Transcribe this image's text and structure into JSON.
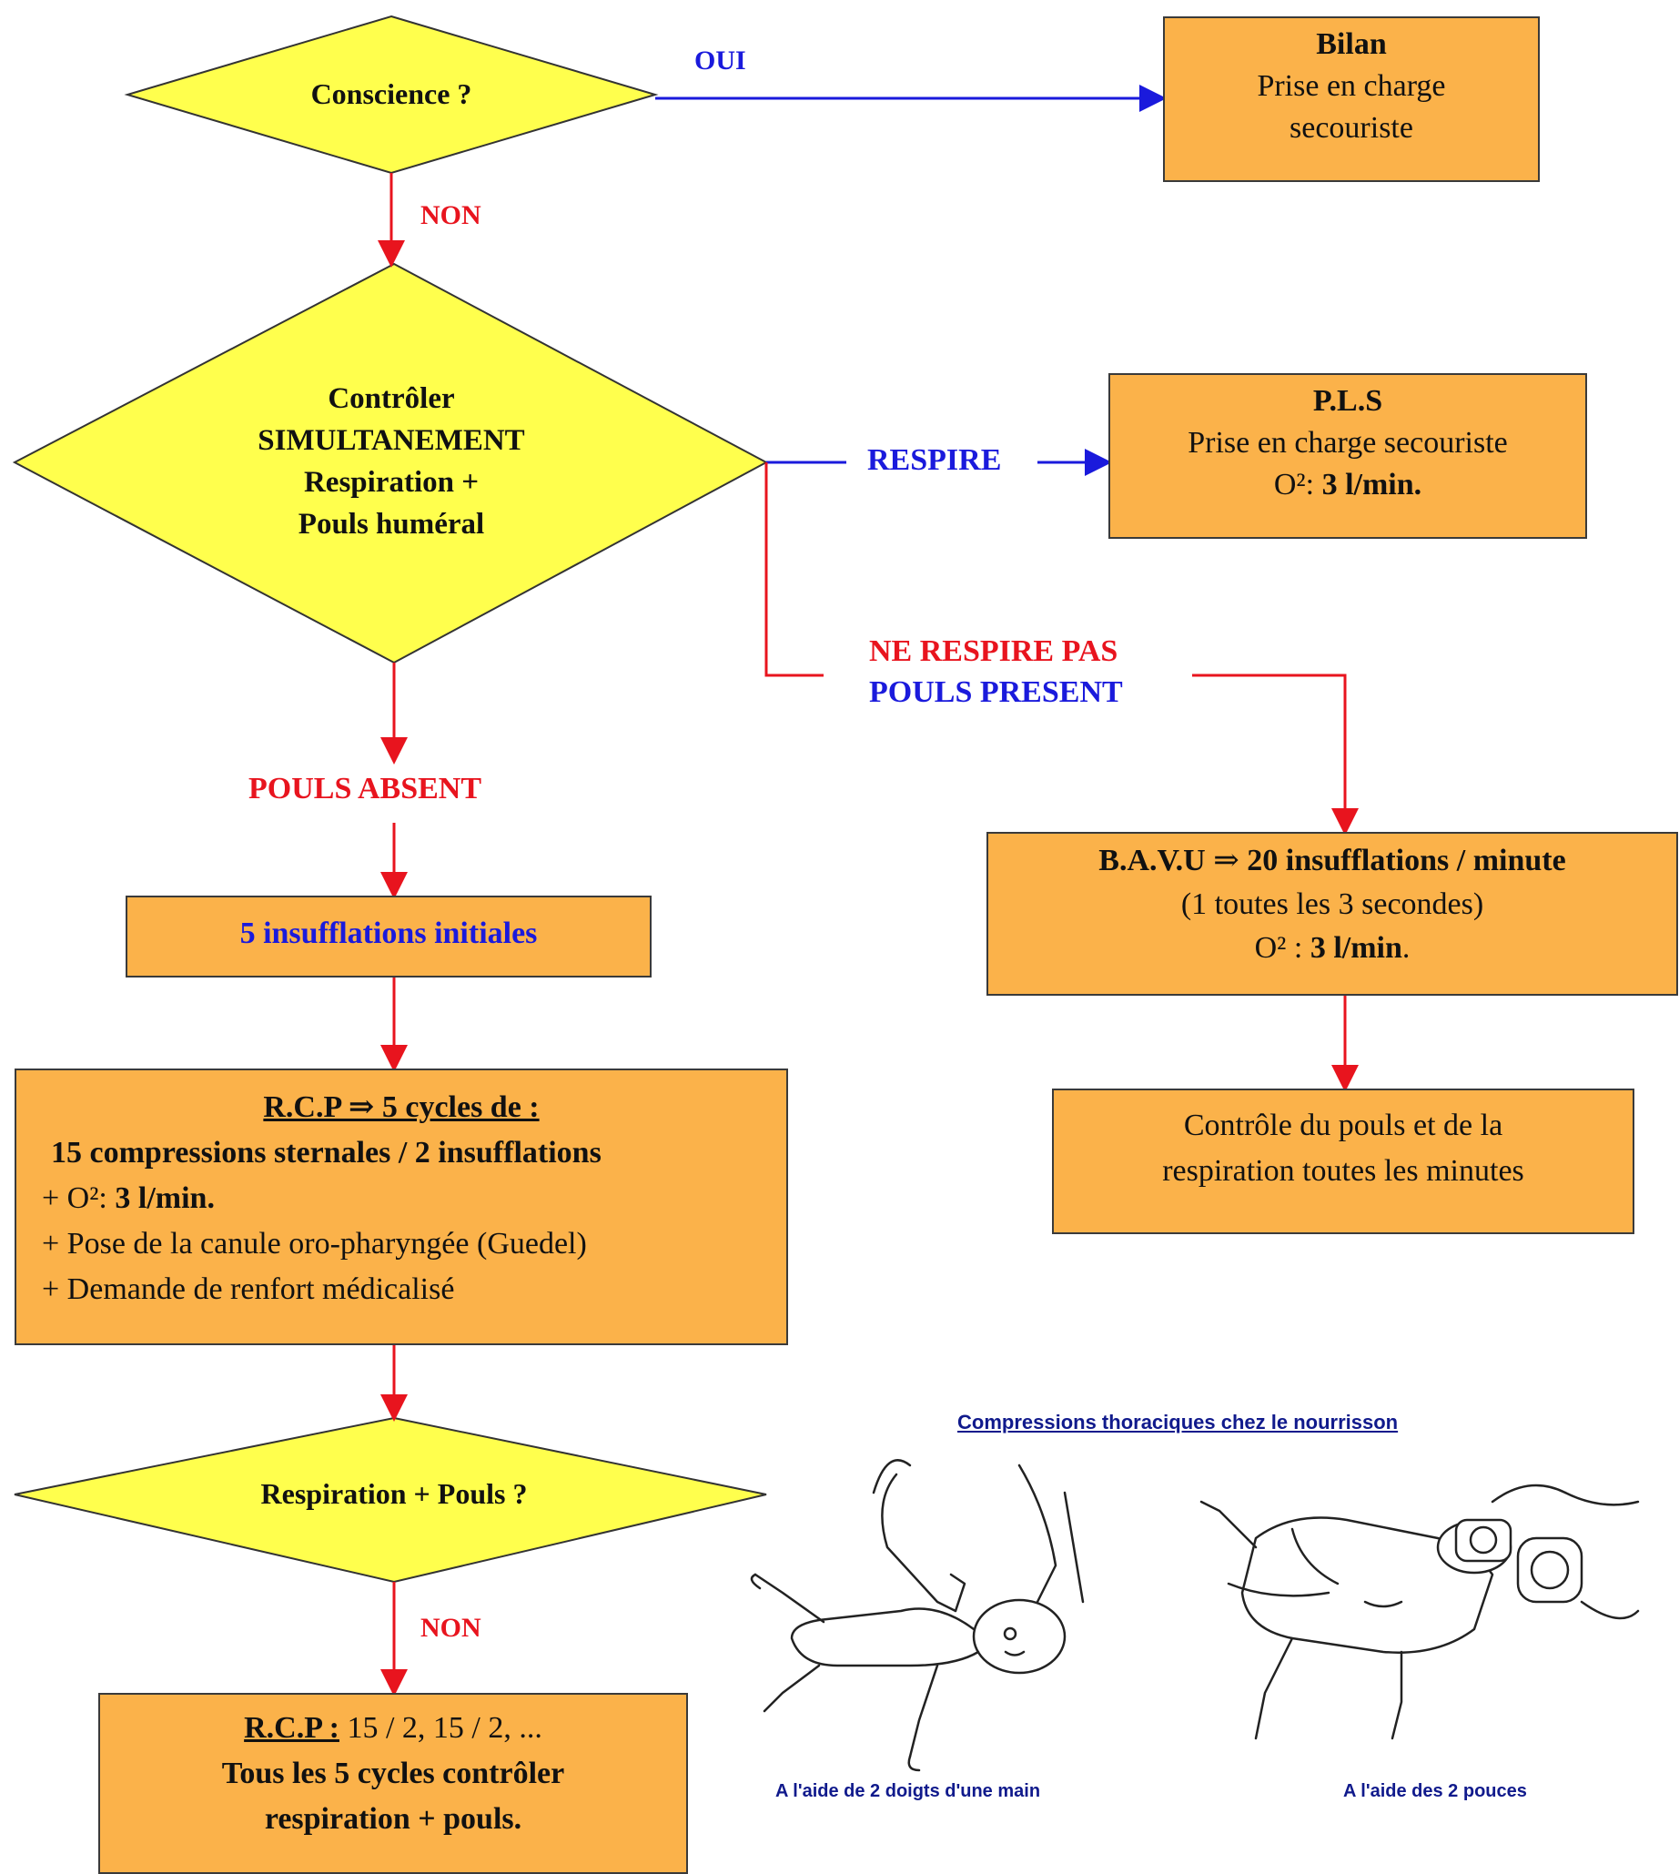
{
  "diamond_conscience": {
    "text": "Conscience ?"
  },
  "label_oui": "OUI",
  "box_bilan": {
    "title": "Bilan",
    "line1": "Prise en charge",
    "line2": "secouriste"
  },
  "label_non_1": "NON",
  "diamond_controle": {
    "line1": "Contrôler",
    "line2": "SIMULTANEMENT",
    "line3": "Respiration +",
    "line4": "Pouls huméral"
  },
  "label_respire": "RESPIRE",
  "box_pls": {
    "title": "P.L.S",
    "line1": "Prise en charge secouriste",
    "o2_prefix": "O²:",
    "o2_value": "3 l/min."
  },
  "label_ne_respire_pas": "NE RESPIRE PAS",
  "label_pouls_present": "POULS PRESENT",
  "label_pouls_absent": "POULS ABSENT",
  "box_insufflations": {
    "text": "5 insufflations initiales"
  },
  "box_bavu": {
    "title_start": "B.A.V.U",
    "arrow": "⇒",
    "title_end": "20 insufflations / minute",
    "line2": "(1 toutes les 3 secondes)",
    "o2_prefix": "O² :",
    "o2_value": "3 l/min",
    "o2_suffix": "."
  },
  "box_controle_pouls": {
    "line1": "Contrôle du pouls et de la",
    "line2": "respiration toutes les minutes"
  },
  "box_rcp": {
    "title": "R.C.P ⇒  5 cycles de :",
    "line1": "15 compressions sternales / 2 insufflations",
    "line2_prefix": "+  O²:",
    "line2_value": "3 l/min.",
    "line3": "+  Pose de la canule oro-pharyngée (Guedel)",
    "line4": "+  Demande de renfort médicalisé"
  },
  "diamond_respiration": {
    "text": "Respiration + Pouls ?"
  },
  "label_non_2": "NON",
  "box_rcp_final": {
    "title": "R.C.P :",
    "title_rest": "15 / 2, 15 / 2, ...",
    "line2": "Tous les 5 cycles contrôler",
    "line3": "respiration + pouls."
  },
  "illustration": {
    "title": "Compressions thoraciques chez le nourrisson",
    "caption_left": "A l'aide de 2 doigts d'une main",
    "caption_right": "A l'aide des 2 pouces"
  },
  "colors": {
    "box_fill": "#fbb24a",
    "diamond_fill": "#ffff4d",
    "red": "#e8141e",
    "blue": "#1a1adc"
  }
}
